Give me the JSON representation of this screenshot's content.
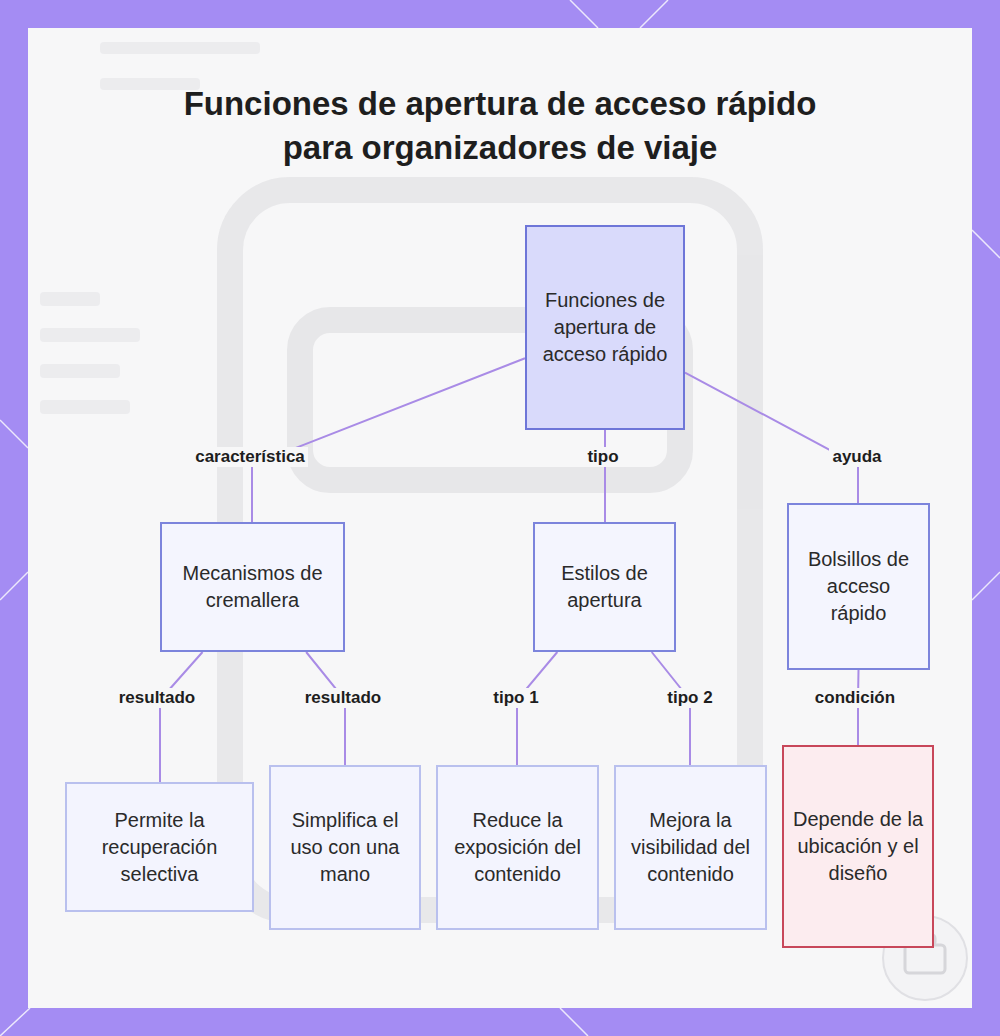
{
  "diagram": {
    "title": "Funciones de apertura de acceso rápido para organizadores de viaje",
    "nodes": [
      {
        "text": [
          "Funciones de apertura de acceso rápido"
        ]
      },
      {
        "text": [
          "Mecanismos de cremallera"
        ]
      },
      {
        "text": [
          "Estilos de apertura"
        ]
      },
      {
        "text": [
          "Bolsillos de acceso rápido"
        ]
      },
      {
        "text": [
          "Permite la recuperación selectiva"
        ]
      },
      {
        "text": [
          "Simplifica el uso con una mano"
        ]
      },
      {
        "text": [
          "Reduce la exposición del contenido"
        ]
      },
      {
        "text": [
          "Mejora la visibilidad del contenido"
        ]
      },
      {
        "text": [
          "Depende de la ubicación y el diseño"
        ]
      }
    ],
    "edges": [
      {
        "from": 0,
        "to": 1,
        "label": "característica",
        "arrow": "none"
      },
      {
        "from": 0,
        "to": 2,
        "label": "tipo",
        "arrow": "none"
      },
      {
        "from": 0,
        "to": 3,
        "label": "ayuda",
        "arrow": "none"
      },
      {
        "from": 1,
        "to": 4,
        "label": "resultado",
        "arrow": "none"
      },
      {
        "from": 1,
        "to": 5,
        "label": "resultado",
        "arrow": "none"
      },
      {
        "from": 2,
        "to": 6,
        "label": "tipo 1",
        "arrow": "none"
      },
      {
        "from": 2,
        "to": 7,
        "label": "tipo 2",
        "arrow": "none"
      },
      {
        "from": 3,
        "to": 8,
        "label": "condición",
        "arrow": "none"
      }
    ]
  }
}
